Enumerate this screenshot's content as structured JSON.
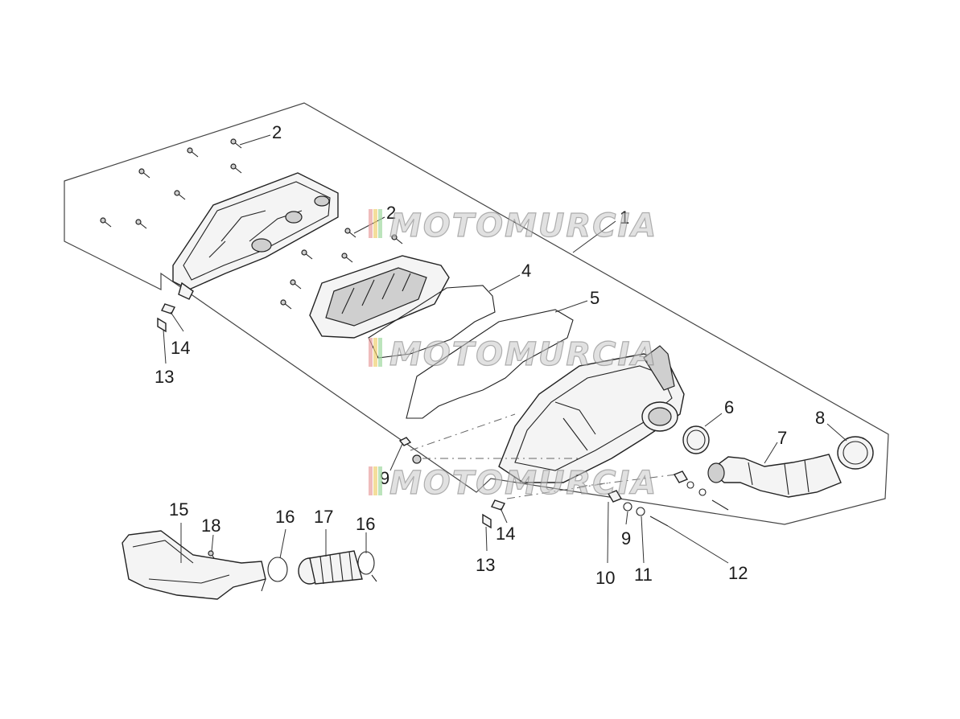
{
  "watermark": {
    "text": "MOTOMURCIA",
    "stripe_colors": [
      "#e8a0a0",
      "#f0d070",
      "#a0d8a0"
    ]
  },
  "callouts": {
    "c1": "1",
    "c2a": "2",
    "c2b": "2",
    "c4": "4",
    "c5": "5",
    "c6": "6",
    "c7": "7",
    "c8": "8",
    "c9a": "9",
    "c9b": "9",
    "c10": "10",
    "c11": "11",
    "c12": "12",
    "c13a": "13",
    "c13b": "13",
    "c14a": "14",
    "c14b": "14",
    "c15": "15",
    "c16a": "16",
    "c16b": "16",
    "c17": "17",
    "c18": "18"
  }
}
